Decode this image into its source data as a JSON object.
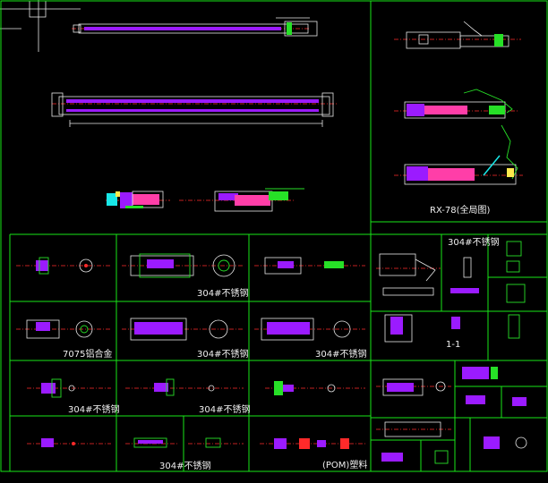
{
  "labels": {
    "rx78": "RX-78(全局图)",
    "mat_304_a": "304#不锈钢",
    "mat_7075": "7075铝合金",
    "mat_304_b": "304#不锈钢",
    "mat_304_c": "304#不锈钢",
    "mat_304_d": "304#不锈钢",
    "mat_304_e": "304#不锈钢",
    "mat_304_f": "304#不锈钢",
    "mat_304_g": "304#不锈钢",
    "mat_pom": "(POM)塑料",
    "section": "1-1"
  },
  "colors": {
    "background": "#000000",
    "frame": "#19e619",
    "outline": "#e8e8e8",
    "centerline": "#ff2a2a",
    "body": "#9b1bff",
    "detail": "#27e027",
    "spring": "#ff3ea8",
    "accent_cyan": "#18e7e7",
    "accent_yellow": "#ffe94d"
  }
}
